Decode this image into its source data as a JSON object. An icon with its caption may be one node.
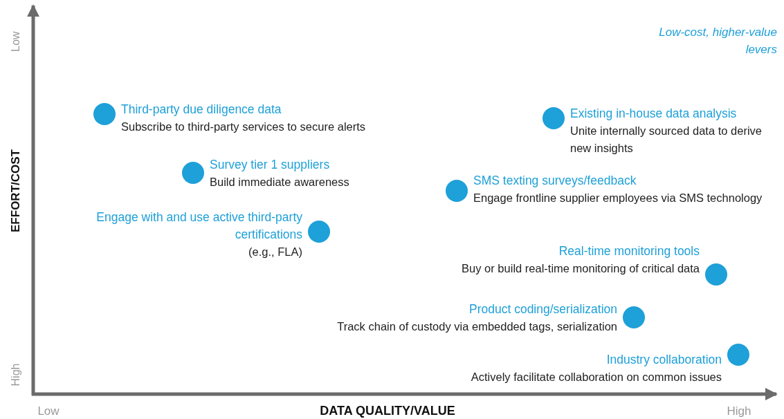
{
  "diagram": {
    "nodes": [
      {
        "text": [
          "Third-party due diligence data",
          "Subscribe to third-party services to secure alerts"
        ]
      },
      {
        "text": [
          "Existing in-house data analysis",
          "Unite internally sourced data to derive new insights"
        ]
      },
      {
        "text": [
          "Survey tier 1 suppliers",
          "Build immediate awareness"
        ]
      },
      {
        "text": [
          "SMS texting surveys/feedback",
          "Engage frontline supplier employees via SMS technology"
        ]
      },
      {
        "text": [
          "Engage with and use active third-party certifications",
          "(e.g., FLA)"
        ]
      },
      {
        "text": [
          "Real-time monitoring tools",
          "Buy or build real-time monitoring of critical data"
        ]
      },
      {
        "text": [
          "Product coding/serialization",
          "Track chain of custody via embedded tags, serialization"
        ]
      },
      {
        "text": [
          "Industry collaboration",
          "Actively facilitate collaboration on common issues"
        ]
      }
    ],
    "edges": [],
    "labels": [
      "Low",
      "Low-cost, higher-value levers",
      "EFFORT/COST",
      "High",
      "Low",
      "DATA QUALITY/VALUE",
      "High"
    ]
  }
}
